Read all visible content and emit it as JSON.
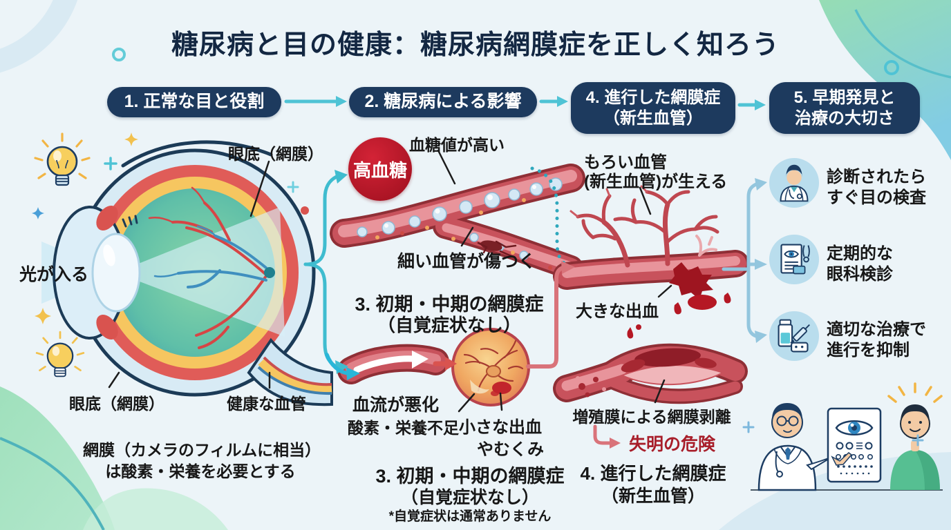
{
  "title": "糖尿病と目の健康：糖尿病網膜症を正しく知ろう",
  "steps": {
    "step1": "1. 正常な目と役割",
    "step2": "2. 糖尿病による影響",
    "step4_line1": "4. 進行した網膜症",
    "step4_line2": "（新生血管）",
    "step5_line1": "5. 早期発見と",
    "step5_line2": "治療の大切さ"
  },
  "eye_section": {
    "light_enters": "光が入る",
    "fundus_top": "眼底（網膜）",
    "fundus_bottom": "眼底（網膜）",
    "healthy_vessels": "健康な血管",
    "note_line1": "網膜（カメラのフィルムに相当）",
    "note_line2": "は酸素・栄養を必要とする"
  },
  "diabetes_section": {
    "badge": "高血糖",
    "high_glucose": "血糖値が高い",
    "vessel_damage": "細い血管が傷つく"
  },
  "early_stage_section": {
    "heading_line1": "3. 初期・中期の網膜症",
    "heading_line2": "（自覚症状なし）",
    "blood_flow": "血流が悪化",
    "oxygen_shortage": "酸素・栄養不足",
    "small_bleed_line1": "小さな出血",
    "small_bleed_line2": "やむくみ",
    "footer_line1": "3. 初期・中期の網膜症",
    "footer_line2": "（自覚症状なし）",
    "footnote": "*自覚症状は通常ありません"
  },
  "advanced_section": {
    "fragile_line1": "もろい血管",
    "fragile_line2": "(新生血管)が生える",
    "big_bleed": "大きな出血",
    "detachment": "増殖膜による網膜剥離",
    "blindness_risk": "失明の危険",
    "heading_line1": "4. 進行した網膜症",
    "heading_line2": "（新生血管）"
  },
  "detection_section": {
    "items": [
      {
        "icon": "doctor-icon",
        "line1": "診断されたら",
        "line2": "すぐ目の検査"
      },
      {
        "icon": "eye-exam-document-icon",
        "line1": "定期的な",
        "line2": "眼科検診"
      },
      {
        "icon": "medicine-icon",
        "line1": "適切な治療で",
        "line2": "進行を抑制"
      }
    ]
  },
  "colors": {
    "navy_pill": "#1d3a5e",
    "title_navy": "#132742",
    "teal_arrow": "#3fbccf",
    "crimson_badge": "#b5121f",
    "blindness_red": "#a81e2a",
    "pink_arrow": "#d9737a",
    "light_blue_bracket": "#93c6de",
    "vessel_red": "#c8525c",
    "mint_blob": "#a9e4c6"
  }
}
